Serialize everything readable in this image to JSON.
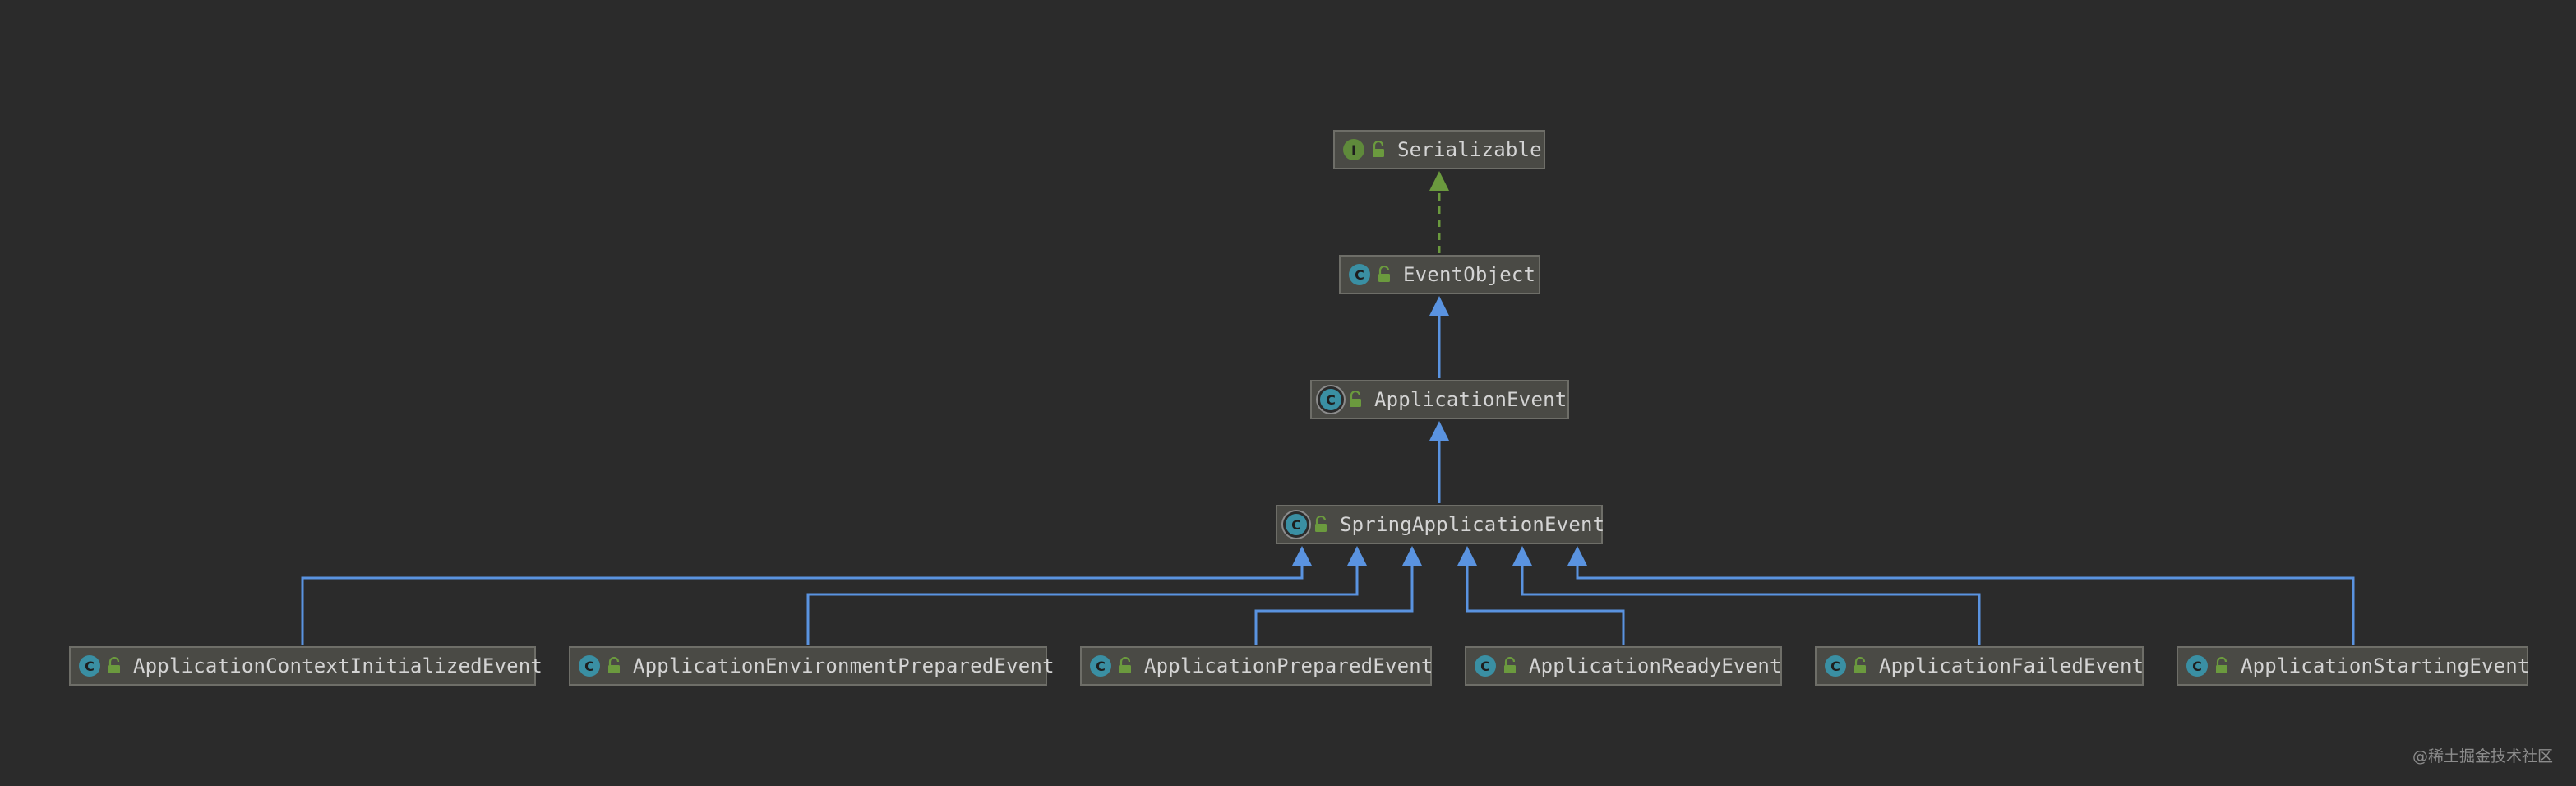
{
  "colors": {
    "background": "#2b2b2b",
    "node_fill": "#4a4a45",
    "node_border": "#6e6e68",
    "extends_edge": "#5a93e0",
    "implements_edge": "#6b9a3e",
    "class_badge": "#3a8fa3",
    "interface_badge": "#5f8a3b"
  },
  "nodes": {
    "serializable": {
      "label": "Serializable",
      "kind": "interface",
      "badge_letter": "I",
      "icon": "interface-icon"
    },
    "event_object": {
      "label": "EventObject",
      "kind": "class",
      "badge_letter": "C",
      "icon": "class-icon"
    },
    "application_event": {
      "label": "ApplicationEvent",
      "kind": "abstract-class",
      "badge_letter": "C",
      "icon": "abstract-class-icon"
    },
    "spring_application_event": {
      "label": "SpringApplicationEvent",
      "kind": "abstract-class",
      "badge_letter": "C",
      "icon": "abstract-class-icon"
    },
    "context_initialized": {
      "label": "ApplicationContextInitializedEvent",
      "kind": "class",
      "badge_letter": "C",
      "icon": "class-icon"
    },
    "environment_prepared": {
      "label": "ApplicationEnvironmentPreparedEvent",
      "kind": "class",
      "badge_letter": "C",
      "icon": "class-icon"
    },
    "prepared": {
      "label": "ApplicationPreparedEvent",
      "kind": "class",
      "badge_letter": "C",
      "icon": "class-icon"
    },
    "ready": {
      "label": "ApplicationReadyEvent",
      "kind": "class",
      "badge_letter": "C",
      "icon": "class-icon"
    },
    "failed": {
      "label": "ApplicationFailedEvent",
      "kind": "class",
      "badge_letter": "C",
      "icon": "class-icon"
    },
    "starting": {
      "label": "ApplicationStartingEvent",
      "kind": "class",
      "badge_letter": "C",
      "icon": "class-icon"
    }
  },
  "edges": [
    {
      "from": "event_object",
      "to": "serializable",
      "type": "implements"
    },
    {
      "from": "application_event",
      "to": "event_object",
      "type": "extends"
    },
    {
      "from": "spring_application_event",
      "to": "application_event",
      "type": "extends"
    },
    {
      "from": "context_initialized",
      "to": "spring_application_event",
      "type": "extends"
    },
    {
      "from": "environment_prepared",
      "to": "spring_application_event",
      "type": "extends"
    },
    {
      "from": "prepared",
      "to": "spring_application_event",
      "type": "extends"
    },
    {
      "from": "ready",
      "to": "spring_application_event",
      "type": "extends"
    },
    {
      "from": "failed",
      "to": "spring_application_event",
      "type": "extends"
    },
    {
      "from": "starting",
      "to": "spring_application_event",
      "type": "extends"
    }
  ],
  "watermark": "@稀土掘金技术社区"
}
